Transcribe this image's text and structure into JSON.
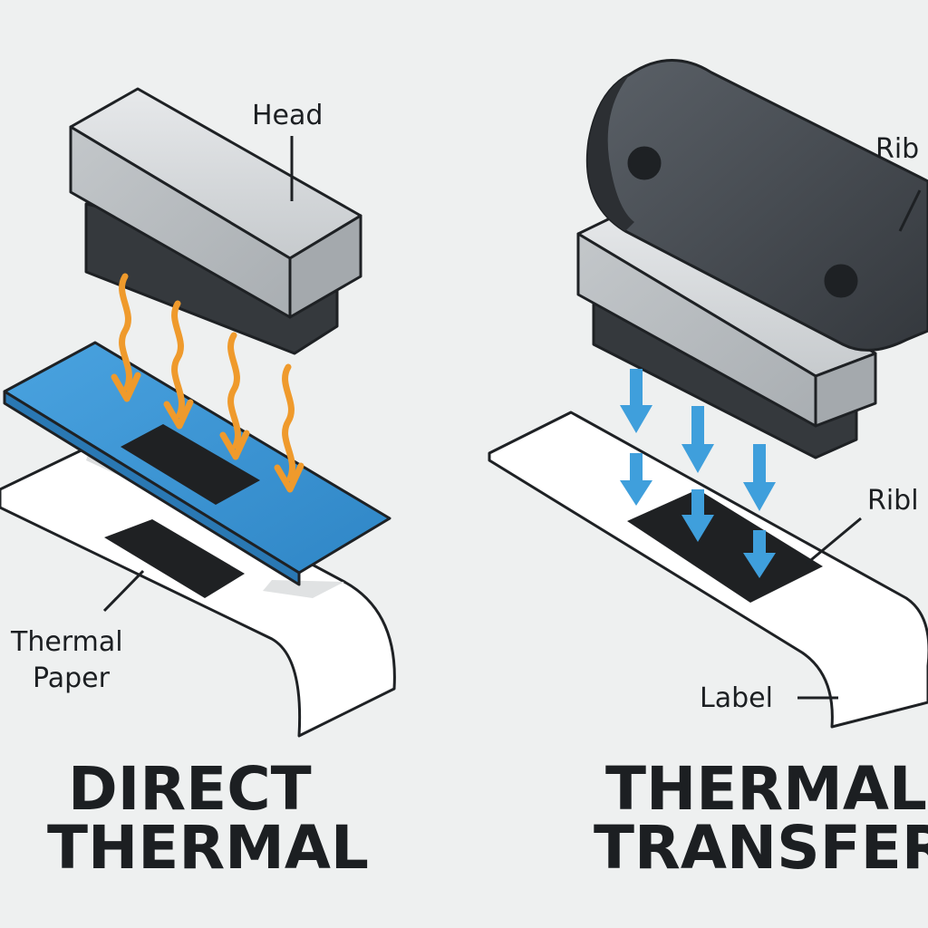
{
  "direct_thermal": {
    "head_label": "Head",
    "media_label_line1": "Thermal",
    "media_label_line2": "Paper",
    "title_line1": "DIRECT",
    "title_line2": "THERMAL"
  },
  "thermal_transfer": {
    "ribbon_label_top": "Rib",
    "ribbon_label_mid": "Ribl",
    "media_label": "Label",
    "title_line1": "THERMAL",
    "title_line2": "TRANSFER"
  },
  "colors": {
    "background": "#eef0f0",
    "heat_arrows": "#ef9a2c",
    "transfer_arrows": "#3f9fdc",
    "ribbon_film": "#3d97d8",
    "head_body": "#c3c7ca",
    "ink": "#1c1f22"
  },
  "icons": [
    "heat-wave-arrow-icon",
    "down-arrow-icon"
  ]
}
